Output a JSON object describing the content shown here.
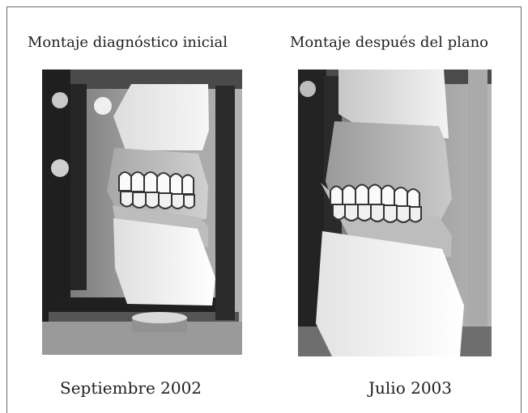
{
  "figure": {
    "left_title": "Montaje diagnóstico inicial",
    "right_title": "Montaje después del plano",
    "left_date": "Septiembre 2002",
    "right_date": "Julio 2003"
  },
  "photos": {
    "left_icon": "dental-cast-articulator-photo",
    "right_icon": "dental-cast-articulator-photo"
  }
}
